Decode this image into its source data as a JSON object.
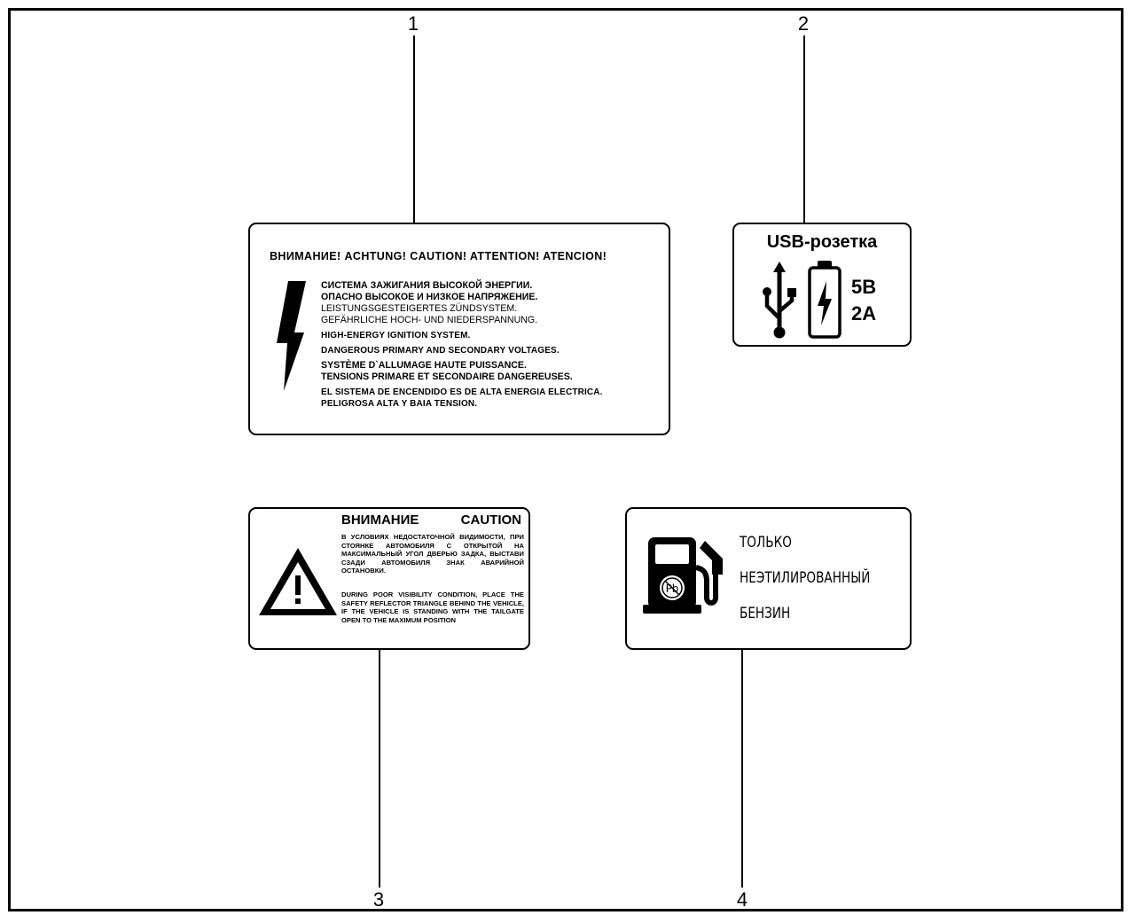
{
  "callouts": [
    "1",
    "2",
    "3",
    "4"
  ],
  "label1": {
    "header": "ВНИМАНИЕ!  ACHTUNG!  CAUTION!  ATTENTION!  ATENCION!",
    "icon": "lightning-bolt-icon",
    "lines": [
      "СИСТЕМА ЗАЖИГАНИЯ ВЫСОКОЙ ЭНЕРГИИ.",
      "ОПАСНО ВЫСОКОЕ И НИЗКОЕ НАПРЯЖЕНИЕ.",
      "LEISTUNGSGESTEIGERTES ZÜNDSYSTEM.",
      "GEFÄHRLICHE HOCH- UND NIEDERSPANNUNG.",
      "HIGH-ENERGY IGNITION SYSTEM.",
      "DANGEROUS PRIMARY AND SECONDARY VOLTAGES.",
      "SYSTÈME D`ALLUMAGE HAUTE PUISSANCE.",
      "TENSIONS PRIMARE ET SECONDAIRE DANGEREUSES.",
      "EL SISTEMA DE ENCENDIDO ES DE ALTA ENERGIA ELECTRICA.",
      "PELIGROSA ALTA Y BAIA TENSION."
    ]
  },
  "label2": {
    "title": "USB-розетка",
    "icons": [
      "usb-icon",
      "battery-charging-icon"
    ],
    "voltage": "5В",
    "current": "2А"
  },
  "label3": {
    "heading_ru": "ВНИМАНИЕ",
    "heading_en": "CAUTION",
    "icon": "warning-triangle-icon",
    "text_ru": "В УСЛОВИЯХ НЕДОСТАТОЧНОЙ ВИДИМОСТИ, ПРИ СТОЯНКЕ АВТОМОБИЛЯ С ОТКРЫТОЙ НА МАКСИМАЛЬНЫЙ УГОЛ ДВЕРЬЮ ЗАДКА, ВЫСТАВИ СЗАДИ АВТОМОБИЛЯ ЗНАК АВАРИЙНОЙ ОСТАНОВКИ.",
    "text_en": "DURING POOR VISIBILITY CONDITION, PLACE THE SAFETY REFLECTOR TRIANGLE BEHIND THE VEHICLE, IF THE VEHICLE IS STANDING WITH THE TAILGATE OPEN TO THE MAXIMUM POSITION"
  },
  "label4": {
    "icon": "fuel-pump-no-lead-icon",
    "lines": [
      "ТОЛЬКО",
      "НЕЭТИЛИРОВАННЫЙ",
      "БЕНЗИН"
    ]
  }
}
